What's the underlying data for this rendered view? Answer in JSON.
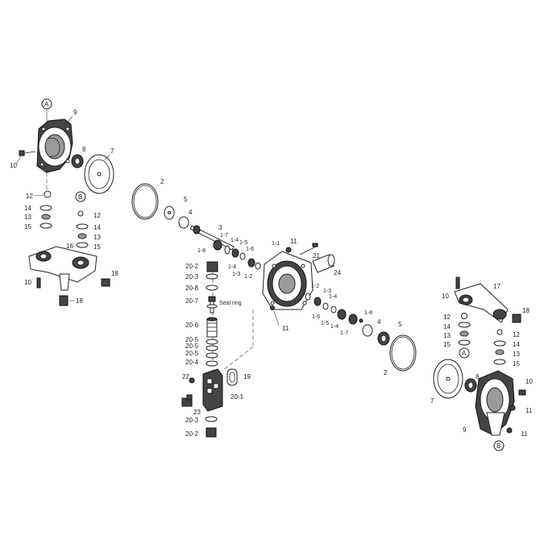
{
  "callouts": {
    "A_top": "A",
    "A_right": "A",
    "B_left": "B",
    "B_bottom": "B"
  },
  "labels": {
    "l9a": "9",
    "l8a": "8",
    "l7a": "7",
    "l10a": "10",
    "l12a": "12",
    "l14a": "14",
    "l13a": "13",
    "l15a": "15",
    "l12b": "12",
    "l14b": "14",
    "l13b": "13",
    "l15b": "15",
    "l16": "16",
    "l10b": "10",
    "l18a": "18",
    "l18b": "18",
    "l2a": "2",
    "l5a": "5",
    "l4a": "4",
    "l3": "3",
    "l17a": "1-7",
    "l18c": "1-8",
    "l14c": "1-4",
    "l15c": "1-5",
    "l16c": "1-6",
    "l14d": "1-4",
    "l13c": "1-3",
    "l12c": "1-2",
    "l11a": "1-1",
    "l11b": "11",
    "l21": "21",
    "l24": "24",
    "l11c": "11",
    "l12d": "1-2",
    "l13d": "1-3",
    "l14e": "1-4",
    "l16d": "1-6",
    "l15d": "1-5",
    "l14f": "1-4",
    "l17b": "1-7",
    "l18d": "1-8",
    "l4b": "4",
    "l5b": "5",
    "l2b": "2",
    "l202a": "20-2",
    "l203a": "20-3",
    "l208": "20-8",
    "l207": "20-7",
    "seal": "Seal ring",
    "l206": "20-6",
    "l205a": "20-5",
    "l205b": "20-5",
    "l205c": "20-5",
    "l204": "20-4",
    "l22": "22",
    "l19": "19",
    "l201": "20-1",
    "l23": "23",
    "l203b": "20-3",
    "l202b": "20-2",
    "l10c": "10",
    "l17c": "17",
    "l18e": "18",
    "l12e": "12",
    "l14g": "14",
    "l13e": "13",
    "l15e": "15",
    "l12f": "12",
    "l14h": "14",
    "l13f": "13",
    "l15f": "15",
    "l8b": "8",
    "l10d": "10",
    "l11d": "11",
    "l7b": "7",
    "l9b": "9",
    "l11e": "11"
  }
}
